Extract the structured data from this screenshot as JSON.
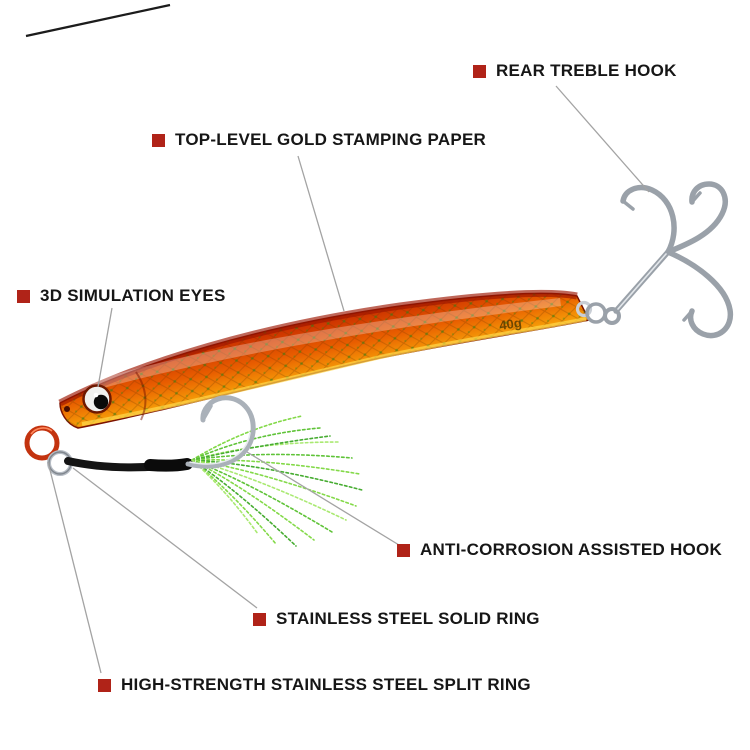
{
  "colors": {
    "bullet_red": "#b02318",
    "label_text": "#161616",
    "leader_line": "#a3a3a3",
    "body_red": "#c62a00",
    "body_gold": "#f2a307",
    "flash_green": "#6ed13a",
    "hook_silver": "#9aa1a9",
    "cord_black": "#141414",
    "ring_red": "#c3330f"
  },
  "labels": [
    {
      "id": "rear-treble-hook",
      "text": "REAR TREBLE HOOK"
    },
    {
      "id": "gold-stamping-paper",
      "text": "TOP-LEVEL GOLD STAMPING PAPER"
    },
    {
      "id": "3d-simulation-eyes",
      "text": "3D SIMULATION EYES"
    },
    {
      "id": "anti-corrosion-assisted-hook",
      "text": "ANTI-CORROSION ASSISTED HOOK"
    },
    {
      "id": "stainless-steel-solid-ring",
      "text": "STAINLESS STEEL SOLID RING"
    },
    {
      "id": "high-strength-split-ring",
      "text": "HIGH-STRENGTH STAINLESS STEEL SPLIT RING"
    }
  ],
  "lure": {
    "weight_marking": "40g"
  }
}
